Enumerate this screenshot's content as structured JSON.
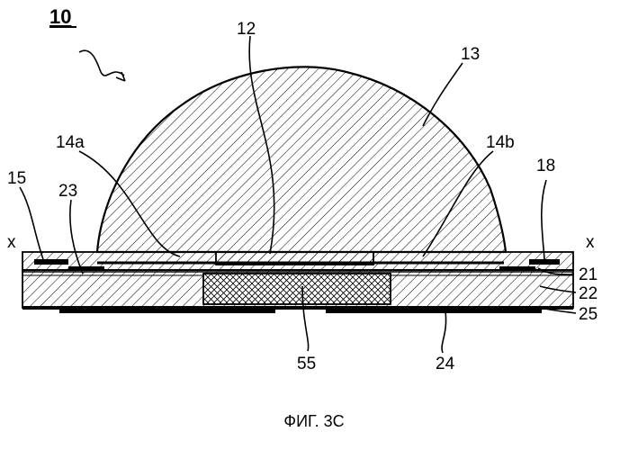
{
  "figure": {
    "ref_main": "10",
    "labels": {
      "l12": "12",
      "l13": "13",
      "l14a": "14a",
      "l14b": "14b",
      "l15": "15",
      "l18": "18",
      "l23": "23",
      "l21": "21",
      "l22": "22",
      "l25": "25",
      "l24": "24",
      "l55": "55",
      "x_left": "x",
      "x_right": "x"
    },
    "caption": "ФИГ. 3С"
  }
}
